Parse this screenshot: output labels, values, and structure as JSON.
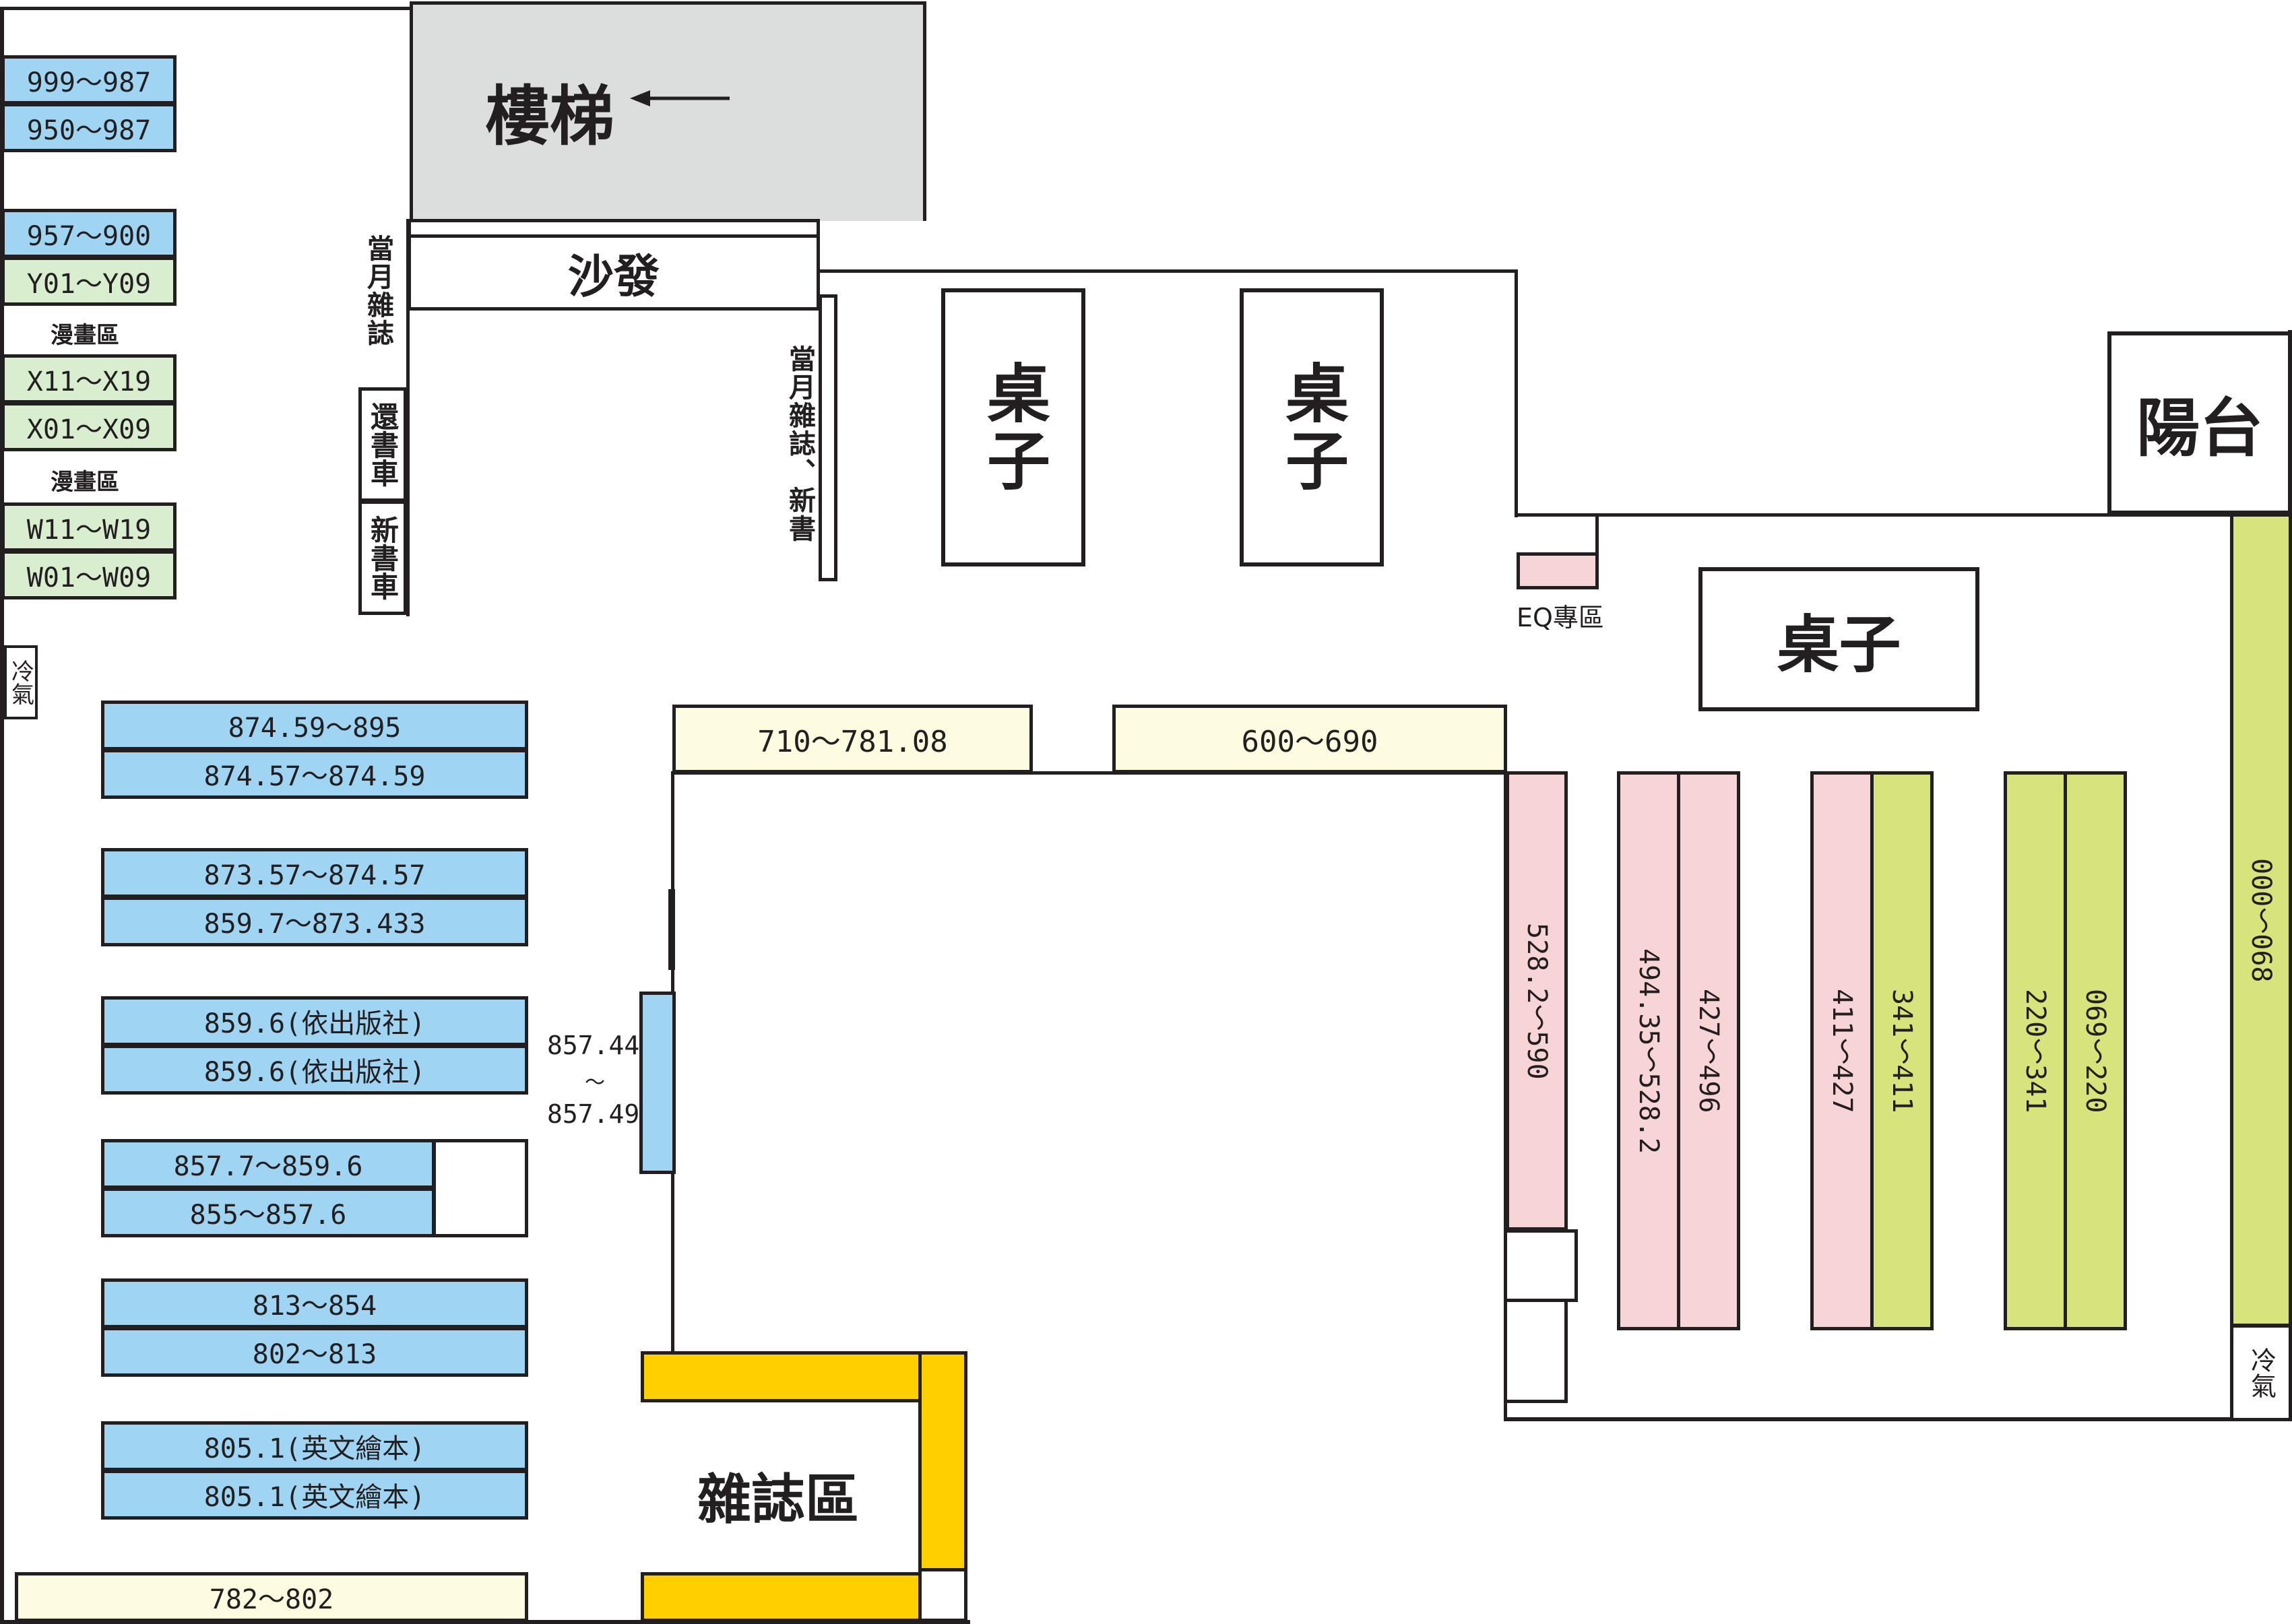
{
  "stairs": {
    "label": "樓梯"
  },
  "sofa": {
    "label": "沙發"
  },
  "balcony": {
    "label": "陽台"
  },
  "magazine_area": {
    "label": "雜誌區"
  },
  "eq_zone": {
    "label": "EQ專區"
  },
  "tables": [
    {
      "label": "桌子"
    },
    {
      "label": "桌子"
    },
    {
      "label": "桌子"
    }
  ],
  "vertical_labels": {
    "monthly_mag_left": "當月雜誌",
    "monthly_mag_new": "當月雜誌、新書",
    "return_cart": "還書車",
    "new_book_cart": "新書車",
    "aircon_left": "冷氣",
    "aircon_right": "冷氣"
  },
  "comic_area_label": "漫畫區",
  "shelves": {
    "s999_987": "999～987",
    "s950_987": "950～987",
    "s957_900": "957～900",
    "sY01_Y09": "Y01～Y09",
    "sX11_X19": "X11～X19",
    "sX01_X09": "X01～X09",
    "sW11_W19": "W11～W19",
    "sW01_W09": "W01～W09",
    "s874_59_895": "874.59～895",
    "s874_57_874_59": "874.57～874.59",
    "s873_57_874_57": "873.57～874.57",
    "s859_7_873_433": "859.7～873.433",
    "s859_6_pub_a": "859.6(依出版社)",
    "s859_6_pub_b": "859.6(依出版社)",
    "s857_7_859_6": "857.7～859.6",
    "s855_857_6": "855～857.6",
    "s813_854": "813～854",
    "s802_813": "802～813",
    "s805_1_a": "805.1(英文繪本)",
    "s805_1_b": "805.1(英文繪本)",
    "s782_802": "782～802",
    "s710_781_08": "710～781.08",
    "s600_690": "600～690",
    "s528_2_590": "528.2～590",
    "s494_35_528_2": "494.35～528.2",
    "s427_496": "427～496",
    "s411_427": "411～427",
    "s341_411": "341～411",
    "s220_341": "220～341",
    "s069_220": "069～220",
    "s000_068": "000～068",
    "s857_44_49_top": "857.44",
    "s857_44_49_mid": "～",
    "s857_44_49_bot": "857.49"
  },
  "colors": {
    "range_800_900": "#9fd5f2",
    "comics": "#d9edcf",
    "range_600_700": "#fdfbe0",
    "range_400_500": "#f7d5d6",
    "range_000_300": "#d7e47c",
    "magazines": "#ffcf00",
    "stairs": "#dcdddd"
  },
  "icons": {
    "stairs_arrow": "arrow-left-icon"
  }
}
